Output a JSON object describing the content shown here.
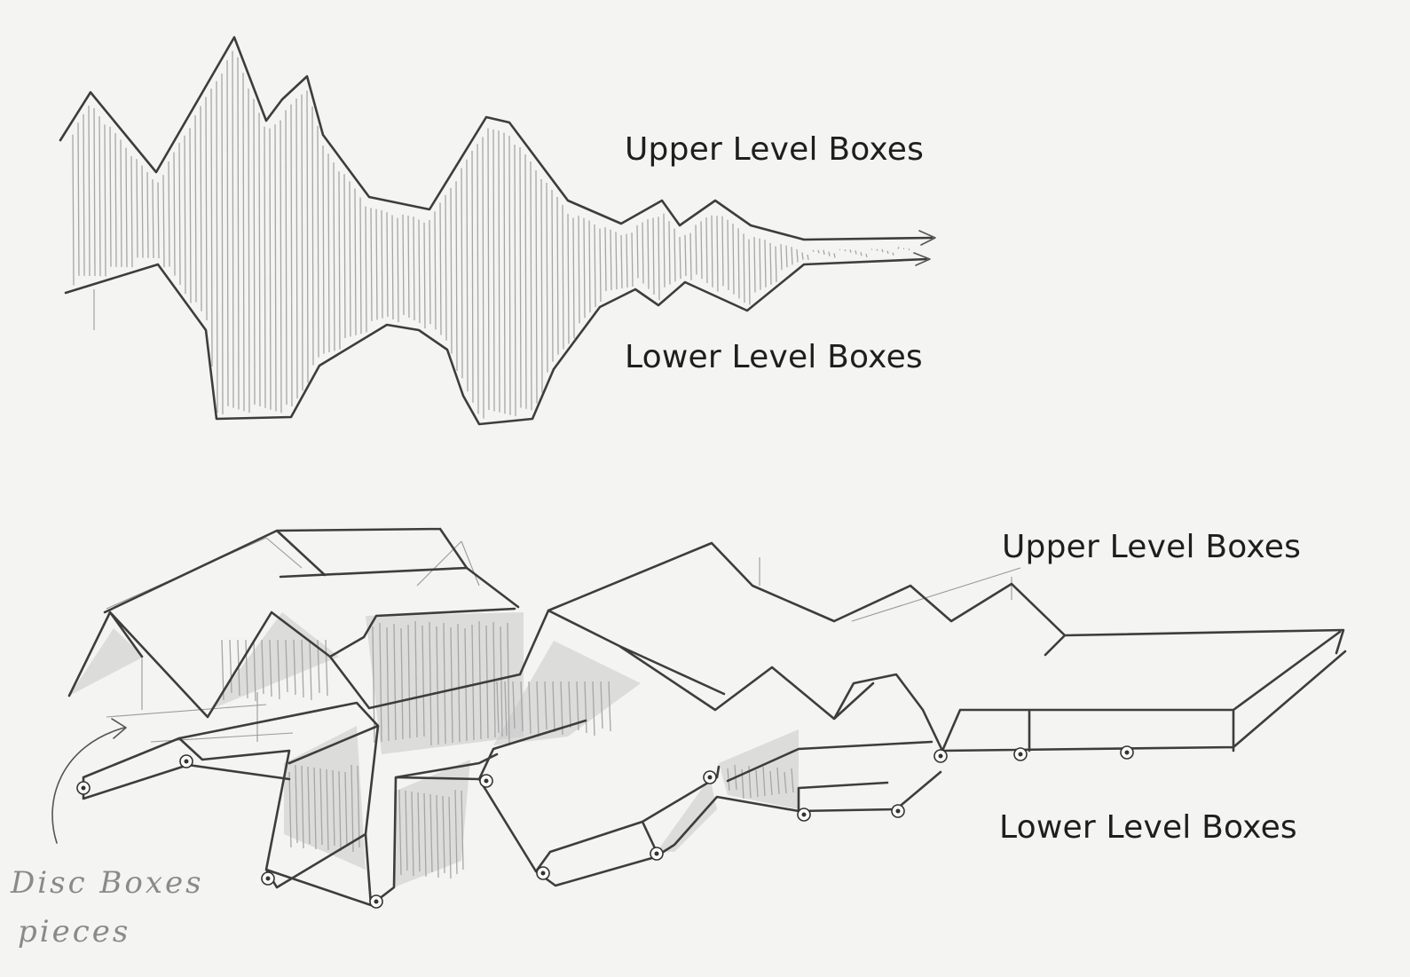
{
  "labels": {
    "top_upper": "Upper Level Boxes",
    "top_lower": "Lower Level Boxes",
    "bottom_upper": "Upper Level Boxes",
    "bottom_lower": "Lower Level Boxes"
  },
  "handwritten_note": {
    "line1": "Disc Boxes",
    "line2": "pieces"
  }
}
